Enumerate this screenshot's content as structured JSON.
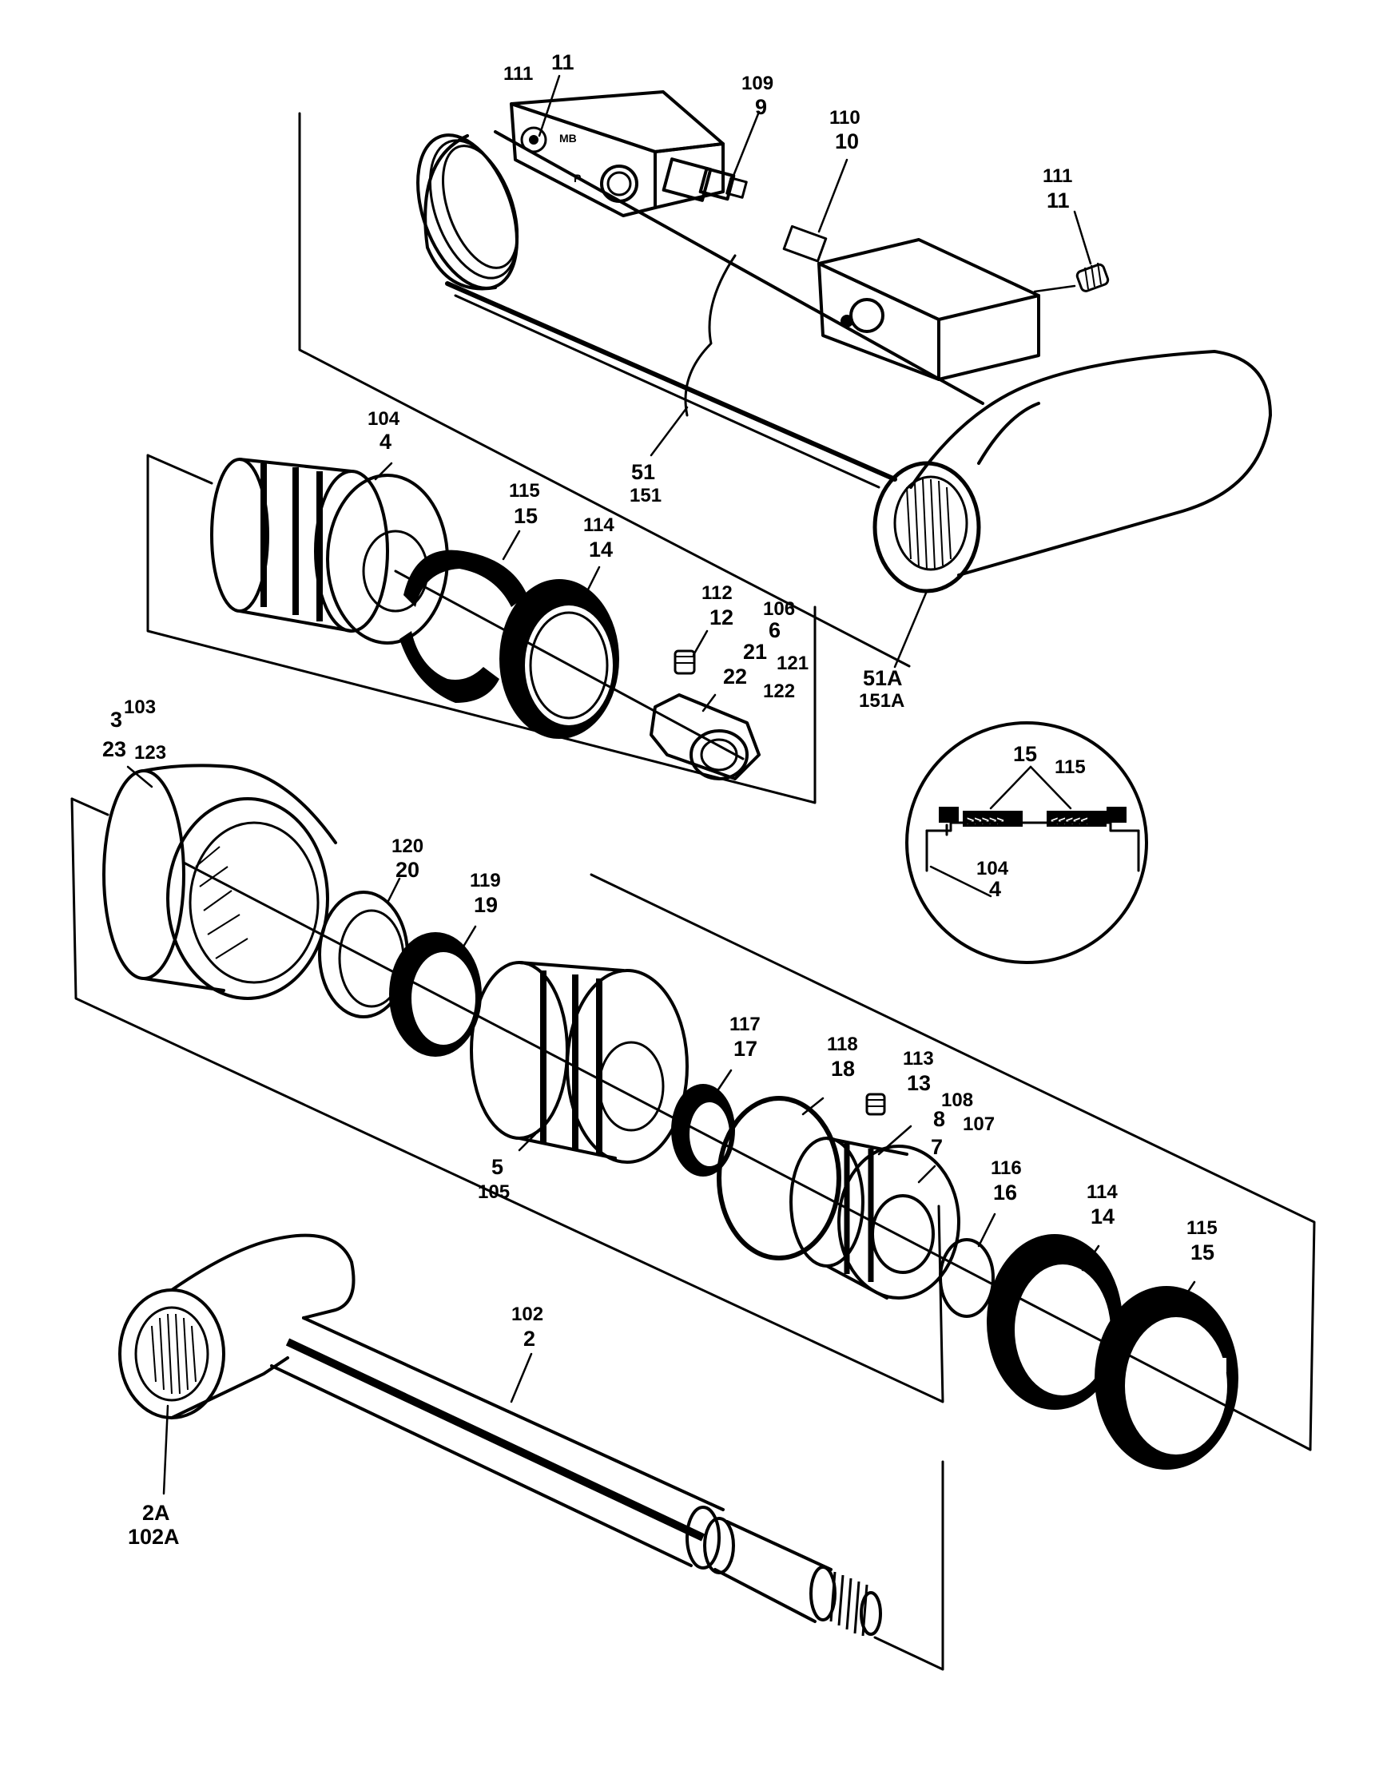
{
  "labels": {
    "l111a": "111",
    "l11a": "11",
    "l109": "109",
    "l9": "9",
    "l110": "110",
    "l10": "10",
    "l111b": "111",
    "l11b": "11",
    "l104a": "104",
    "l4a": "4",
    "l51": "51",
    "l151": "151",
    "l51A": "51A",
    "l151A": "151A",
    "l115a": "115",
    "l15a": "15",
    "l114a": "114",
    "l14a": "14",
    "l112": "112",
    "l12": "12",
    "l106": "106",
    "l6": "6",
    "l21": "21",
    "l121": "121",
    "l22": "22",
    "l122": "122",
    "l103": "103",
    "l3": "3",
    "l23": "23",
    "l123": "123",
    "l15d": "15",
    "l115d": "115",
    "l104d": "104",
    "l4d": "4",
    "l120": "120",
    "l20": "20",
    "l119": "119",
    "l19": "19",
    "l117": "117",
    "l17": "17",
    "l118": "118",
    "l18": "18",
    "l113": "113",
    "l13": "13",
    "l108": "108",
    "l8": "8",
    "l107": "107",
    "l7": "7",
    "l5": "5",
    "l105": "105",
    "l116": "116",
    "l16": "16",
    "l114b": "114",
    "l14b": "14",
    "l115b": "115",
    "l15b": "15",
    "l102": "102",
    "l2": "2",
    "l2A": "2A",
    "l102A": "102A",
    "portMB": "MB",
    "portP": "P"
  }
}
